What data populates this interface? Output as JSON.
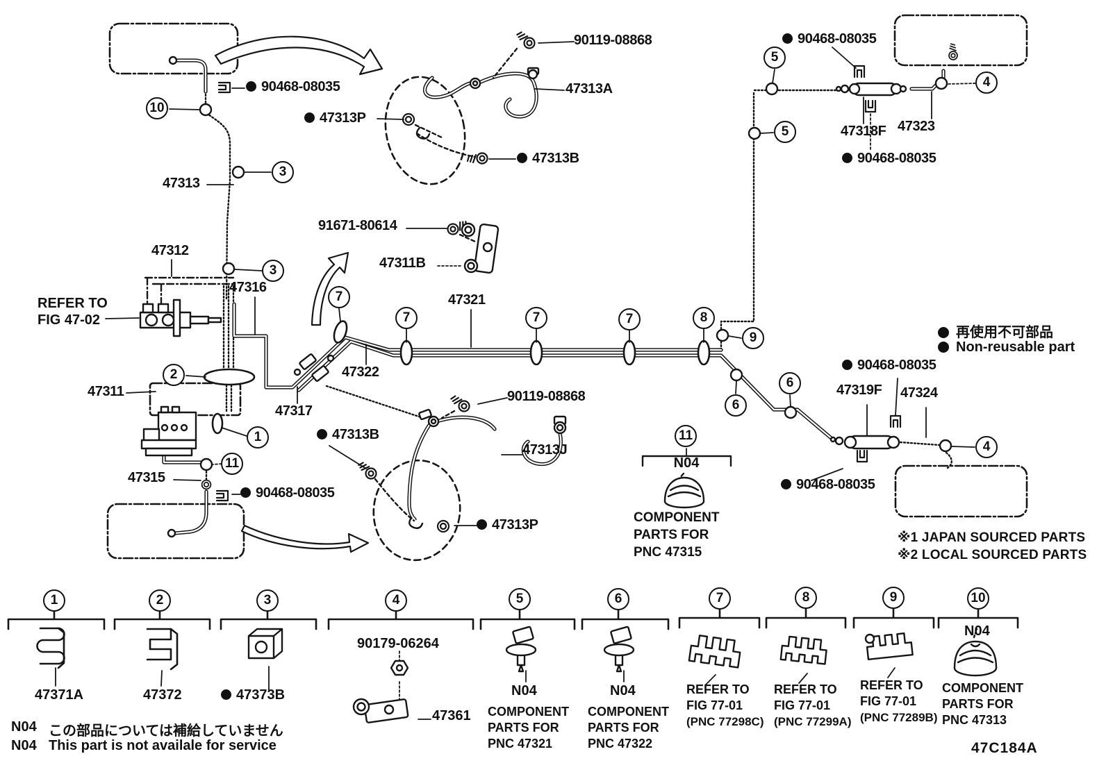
{
  "diagram": {
    "code": "47C184A"
  },
  "legend": {
    "jp": "再使用不可部品",
    "en": "Non-reusable part"
  },
  "footnotes": {
    "f1": "※1 JAPAN SOURCED PARTS",
    "f2": "※2 LOCAL SOURCED PARTS"
  },
  "service_note": {
    "code1": "N04",
    "jp": "この部品については補給していません",
    "code2": "N04",
    "en": "This part is not availale for service"
  },
  "refer": {
    "l1": "REFER TO",
    "l2": "FIG 47-02"
  },
  "component_note": {
    "code": "N04",
    "l1": "COMPONENT",
    "l2": "PARTS FOR",
    "l3": "PNC 47315"
  },
  "labels": [
    {
      "text": "90119-08868",
      "dot": false
    },
    {
      "text": "90468-08035",
      "dot": true
    },
    {
      "text": "47313A",
      "dot": false
    },
    {
      "text": "47313P",
      "dot": true
    },
    {
      "text": "47313B",
      "dot": true
    },
    {
      "text": "47313",
      "dot": false
    },
    {
      "text": "90468-08035",
      "dot": true
    },
    {
      "text": "47318F",
      "dot": false
    },
    {
      "text": "47323",
      "dot": false
    },
    {
      "text": "90468-08035",
      "dot": true
    },
    {
      "text": "91671-80614",
      "dot": false
    },
    {
      "text": "47311B",
      "dot": false
    },
    {
      "text": "47312",
      "dot": false
    },
    {
      "text": "47316",
      "dot": false
    },
    {
      "text": "47321",
      "dot": false
    },
    {
      "text": "47322",
      "dot": false
    },
    {
      "text": "47311",
      "dot": false
    },
    {
      "text": "47317",
      "dot": false
    },
    {
      "text": "90119-08868",
      "dot": false
    },
    {
      "text": "47313B",
      "dot": true
    },
    {
      "text": "47313J",
      "dot": false
    },
    {
      "text": "47313P",
      "dot": true
    },
    {
      "text": "47315",
      "dot": false
    },
    {
      "text": "90468-08035",
      "dot": true
    },
    {
      "text": "90468-08035",
      "dot": true
    },
    {
      "text": "47319F",
      "dot": false
    },
    {
      "text": "47324",
      "dot": false
    },
    {
      "text": "90468-08035",
      "dot": true
    }
  ],
  "callouts": [
    "10",
    "3",
    "3",
    "2",
    "1",
    "11",
    "7",
    "7",
    "7",
    "7",
    "8",
    "9",
    "5",
    "5",
    "4",
    "6",
    "6",
    "4",
    "11"
  ],
  "items": [
    {
      "num": "1",
      "label": "47371A",
      "dot": false
    },
    {
      "num": "2",
      "label": "47372",
      "dot": false
    },
    {
      "num": "3",
      "label": "47373B",
      "dot": true
    },
    {
      "num": "4",
      "sub": "90179-06264",
      "label": "47361"
    },
    {
      "num": "5",
      "code": "N04",
      "l1": "COMPONENT",
      "l2": "PARTS FOR",
      "l3": "PNC 47321"
    },
    {
      "num": "6",
      "code": "N04",
      "l1": "COMPONENT",
      "l2": "PARTS FOR",
      "l3": "PNC 47322"
    },
    {
      "num": "7",
      "l1": "REFER TO",
      "l2": "FIG 77-01",
      "l3": "(PNC 77298C)"
    },
    {
      "num": "8",
      "l1": "REFER TO",
      "l2": "FIG 77-01",
      "l3": "(PNC 77299A)"
    },
    {
      "num": "9",
      "l1": "REFER TO",
      "l2": "FIG 77-01",
      "l3": "(PNC 77289B)"
    },
    {
      "num": "10",
      "code": "N04",
      "l1": "COMPONENT",
      "l2": "PARTS FOR",
      "l3": "PNC 47313"
    }
  ]
}
